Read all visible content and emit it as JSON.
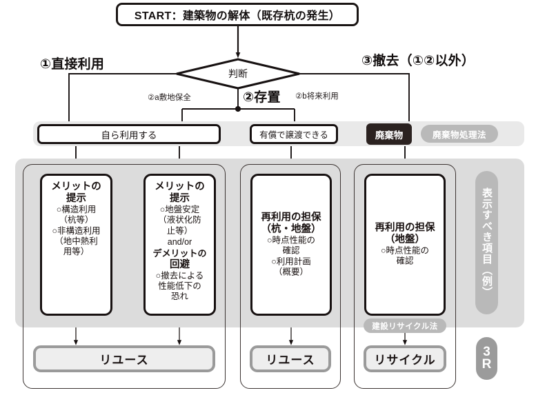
{
  "start": {
    "label": "START：建築物の解体（既存杭の発生）"
  },
  "decision": {
    "label": "判断"
  },
  "branches": {
    "direct_use": "①直接利用",
    "removal": "③撤去（①②以外）",
    "retain": "②存置",
    "sub_a": "②a敷地保全",
    "sub_b": "②b将来利用"
  },
  "categories": [
    {
      "id": "self-use",
      "label": "自ら利用する"
    },
    {
      "id": "paid-transfer",
      "label": "有償で譲渡できる"
    },
    {
      "id": "waste",
      "label": "廃棄物"
    }
  ],
  "law_badges": {
    "waste_law": "廃棄物処理法",
    "construction_recycle_law": "建設リサイクル法"
  },
  "cards": [
    {
      "id": "merit-structural",
      "heading_1": "メリットの",
      "heading_2": "提示",
      "items": [
        "○構造利用",
        "（杭等）",
        "○非構造利用",
        "（地中熱利",
        "用等）"
      ]
    },
    {
      "id": "merit-ground",
      "heading_1": "メリットの",
      "heading_2": "提示",
      "items_a": [
        "○地盤安定",
        "（液状化防",
        "止等）"
      ],
      "connector": "and/or",
      "heading_3": "デメリットの",
      "heading_4": "回避",
      "items_b": [
        "○撤去による",
        "性能低下の",
        "恐れ"
      ]
    },
    {
      "id": "reuse-assurance-pile-ground",
      "heading_1": "再利用の担保",
      "heading_2": "（杭・地盤）",
      "items": [
        "○時点性能の",
        "確認",
        "○利用計画",
        "（概要）"
      ]
    },
    {
      "id": "reuse-assurance-ground",
      "heading_1": "再利用の担保",
      "heading_2": "（地盤）",
      "items": [
        "○時点性能の",
        "確認"
      ]
    }
  ],
  "results": [
    {
      "id": "reuse-left",
      "label": "リユース"
    },
    {
      "id": "reuse-mid",
      "label": "リユース"
    },
    {
      "id": "recycle",
      "label": "リサイクル"
    }
  ],
  "side_labels": {
    "display_items": "表示すべき項目（例）",
    "three_r_line1": "3",
    "three_r_line2": "R"
  },
  "colors": {
    "ink": "#171111",
    "waste_box": "#2b2220",
    "pill_grey": "#b9b9b9",
    "panel_grey": "#dcdcdc",
    "band_grey": "#e9e9e9",
    "result_border": "#9a9a9a",
    "result_fill": "#eeeeee"
  }
}
